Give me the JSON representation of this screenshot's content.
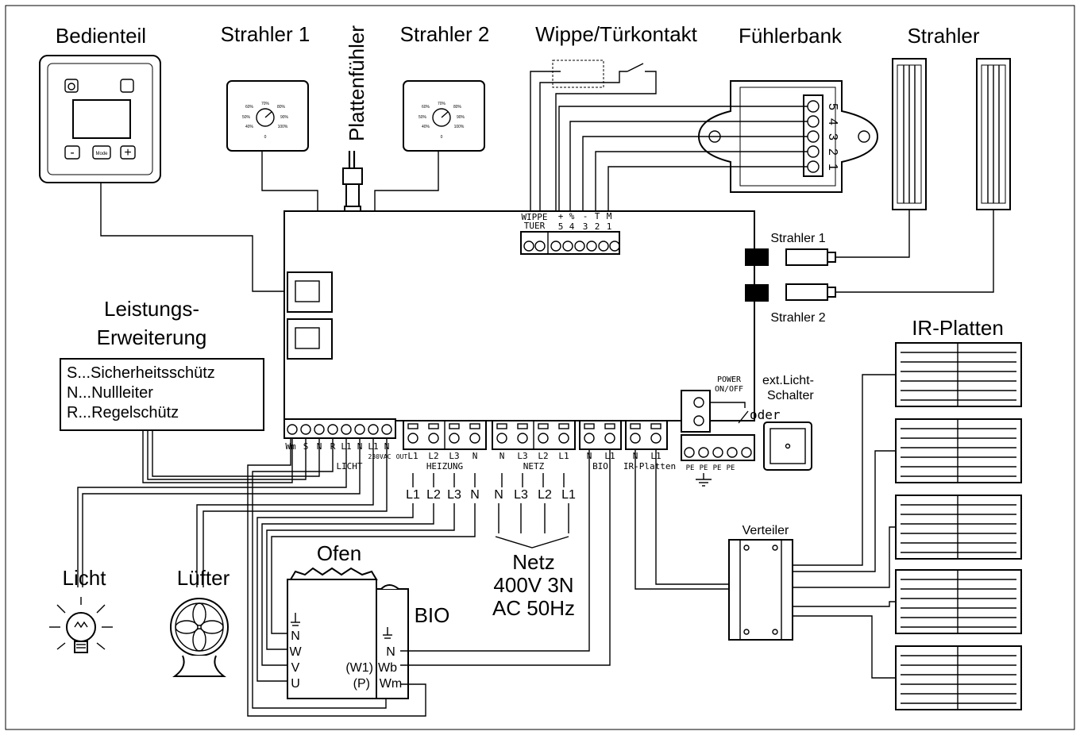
{
  "labels": {
    "bedienteil": "Bedienteil",
    "strahler1_top": "Strahler 1",
    "plattenfuehler": "Plattenfühler",
    "strahler2_top": "Strahler 2",
    "wippe": "Wippe/Türkontakt",
    "fuehlerbank": "Fühlerbank",
    "strahler": "Strahler",
    "leistungs1": "Leistungs-",
    "leistungs2": "Erweiterung",
    "legend_s": "S...Sicherheitsschütz",
    "legend_n": "N...Nullleiter",
    "legend_r": "R...Regelschütz",
    "strahler1_conn": "Strahler 1",
    "strahler2_conn": "Strahler 2",
    "ir_platten": "IR-Platten",
    "power1": "POWER",
    "power2": "ON/OFF",
    "extlicht1": "ext.Licht-",
    "extlicht2": "Schalter",
    "oder": "oder",
    "verteiler": "Verteiler",
    "licht": "Licht",
    "luefter": "Lüfter",
    "ofen": "Ofen",
    "bio": "BIO",
    "netz1": "Netz",
    "netz2": "400V 3N",
    "netz3": "AC 50Hz",
    "wippe_term1": "WIPPE",
    "wippe_term2": "TUER",
    "fb_top": [
      "+",
      "%",
      "-",
      "T",
      "M"
    ],
    "fb_nums": [
      "5",
      "4",
      "3",
      "2",
      "1"
    ],
    "fb_side": [
      "5",
      "4",
      "3",
      "2",
      "1"
    ],
    "licht_terms": [
      "Wm",
      "S",
      "N",
      "R",
      "L1",
      "N",
      "L1",
      "N"
    ],
    "vac": "230VAC",
    "out": "OUT",
    "licht_group": "LICHT",
    "heizung_terms": [
      "L1",
      "L2",
      "L3",
      "N"
    ],
    "heizung_group": "HEIZUNG",
    "netz_terms": [
      "N",
      "L3",
      "L2",
      "L1"
    ],
    "netz_group": "NETZ",
    "bio_terms": [
      "N",
      "L1"
    ],
    "bio_group": "BIO",
    "ir_terms": [
      "N",
      "L1"
    ],
    "ir_group": "IR-Platten",
    "pe_terms": [
      "PE",
      "PE",
      "PE",
      "PE"
    ],
    "heiz_wires": [
      "L1",
      "L2",
      "L3",
      "N"
    ],
    "netz_wires": [
      "N",
      "L3",
      "L2",
      "L1"
    ],
    "ofen_terms": [
      "N",
      "W",
      "V",
      "U"
    ],
    "bio_box_terms": [
      "N",
      "Wb",
      "Wm"
    ],
    "w1": "(W1)",
    "p": "(P)",
    "dial_scale": [
      "70%",
      "60%",
      "80%",
      "50%",
      "90%",
      "40%",
      "100%",
      "0"
    ],
    "mode": "Mode",
    "minus": "-",
    "plus": "+"
  }
}
